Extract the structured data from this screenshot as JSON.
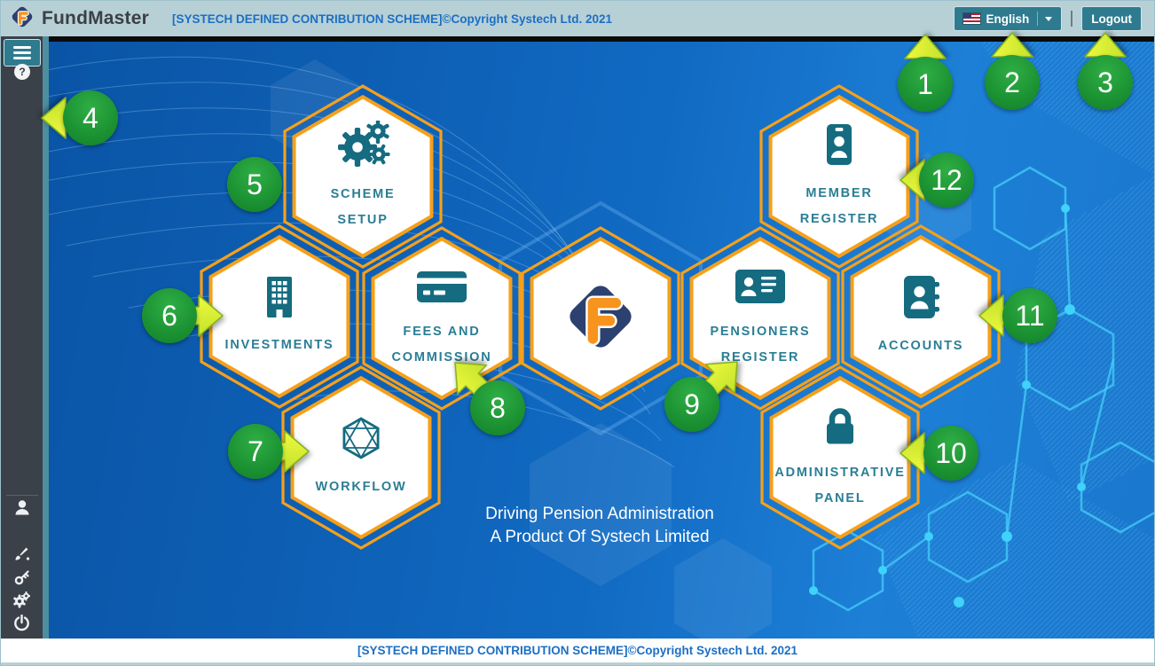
{
  "header": {
    "brand": "FundMaster",
    "brand_logo_icon": "fundmaster-diamond-logo",
    "title": "[SYSTECH DEFINED CONTRIBUTION SCHEME]©Copyright Systech Ltd. 2021",
    "language": {
      "label": "English",
      "flag_icon": "us-flag-icon",
      "caret_icon": "chevron-down-icon"
    },
    "logout_label": "Logout"
  },
  "sidebar": {
    "items": [
      {
        "name": "menu",
        "icon": "hamburger-menu-icon"
      },
      {
        "name": "help",
        "icon": "help-icon",
        "glyph": "?"
      },
      {
        "name": "user",
        "icon": "user-icon"
      },
      {
        "name": "theme",
        "icon": "paint-brush-icon"
      },
      {
        "name": "password",
        "icon": "key-icon"
      },
      {
        "name": "settings",
        "icon": "gears-icon"
      },
      {
        "name": "power",
        "icon": "power-icon"
      }
    ]
  },
  "main": {
    "tiles": [
      {
        "id": "scheme-setup",
        "icon": "gears-icon",
        "label1": "SCHEME",
        "label2": "SETUP"
      },
      {
        "id": "member-register",
        "icon": "id-badge-icon",
        "label1": "MEMBER",
        "label2": "REGISTER"
      },
      {
        "id": "investments",
        "icon": "building-icon",
        "label1": "INVESTMENTS",
        "label2": ""
      },
      {
        "id": "fees-and-commission",
        "icon": "credit-card-icon",
        "label1": "FEES AND",
        "label2": "COMMISSION"
      },
      {
        "id": "fundmaster-logo",
        "icon": "fundmaster-diamond-logo",
        "label1": "",
        "label2": ""
      },
      {
        "id": "pensioners-register",
        "icon": "id-card-icon",
        "label1": "PENSIONERS",
        "label2": "REGISTER"
      },
      {
        "id": "accounts",
        "icon": "address-book-icon",
        "label1": "ACCOUNTS",
        "label2": ""
      },
      {
        "id": "workflow",
        "icon": "network-hexagon-icon",
        "label1": "WORKFLOW",
        "label2": ""
      },
      {
        "id": "administrative-panel",
        "icon": "lock-icon",
        "label1": "ADMINISTRATIVE",
        "label2": "PANEL"
      }
    ],
    "tagline_line1": "Driving Pension Administration",
    "tagline_line2": "A Product Of Systech Limited"
  },
  "footer": {
    "text": "[SYSTECH DEFINED CONTRIBUTION SCHEME]©Copyright Systech Ltd. 2021"
  },
  "annotations": [
    {
      "number": "1"
    },
    {
      "number": "2"
    },
    {
      "number": "3"
    },
    {
      "number": "4"
    },
    {
      "number": "5"
    },
    {
      "number": "6"
    },
    {
      "number": "7"
    },
    {
      "number": "8"
    },
    {
      "number": "9"
    },
    {
      "number": "10"
    },
    {
      "number": "11"
    },
    {
      "number": "12"
    }
  ],
  "colors": {
    "header_bg": "#B7D0D6",
    "title_blue": "#1C6FC4",
    "button_teal": "#2E7B8F",
    "sidebar_gray": "#3A4149",
    "background_blue": "#0D5FB4",
    "accent_orange": "#F5A01B",
    "tile_teal": "#2A7E94",
    "icon_teal": "#156B80",
    "marker_green": "#1D9434",
    "arrow_yellow": "#DFF23A",
    "logo_navy": "#2C4170",
    "logo_orange": "#F7941E"
  }
}
